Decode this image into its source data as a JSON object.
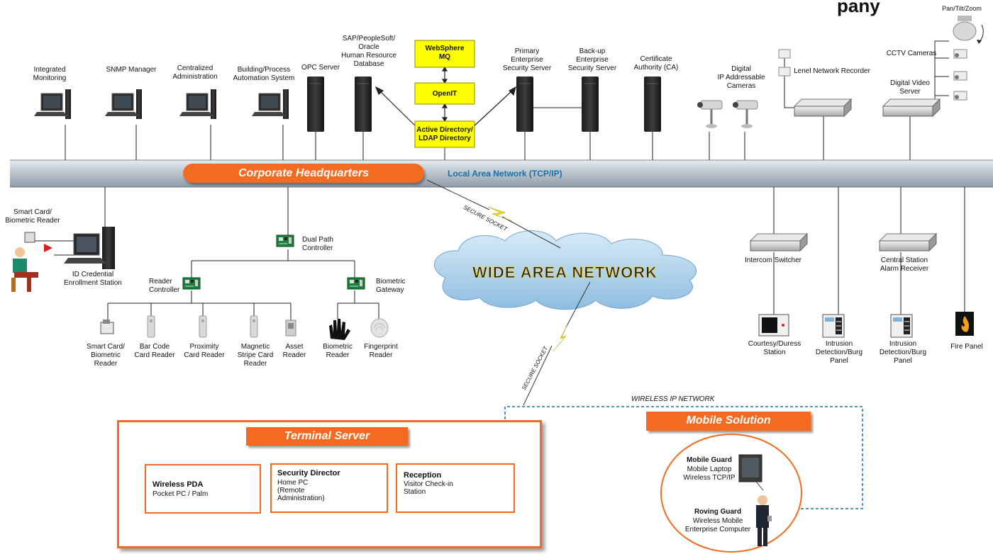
{
  "title_fragment": "pany",
  "hq_banner": "Corporate Headquarters",
  "lan_label": "Local Area Network (TCP/IP)",
  "wan_label": "WIDE AREA NETWORK",
  "secure_socket": "SECURE SOCKET",
  "wireless_network": "WIRELESS IP NETWORK",
  "top_nodes": {
    "integrated_monitoring": "Integrated\nMonitoring",
    "snmp_manager": "SNMP Manager",
    "centralized_admin": "Centralized\nAdministration",
    "building_automation": "Building/Process\nAutomation System",
    "opc_server": "OPC Server",
    "hr_database": "SAP/PeopleSoft/\nOracle\nHuman Resource\nDatabase",
    "websphere": "WebSphere\nMQ",
    "openit": "OpenIT",
    "active_directory": "Active Directory/\nLDAP Directory",
    "primary_server": "Primary\nEnterprise\nSecurity Server",
    "backup_server": "Back-up\nEnterprise\nSecurity Server",
    "certificate_authority": "Certificate\nAuthority (CA)",
    "ip_cameras": "Digital\nIP Addressable\nCameras",
    "network_recorder": "Lenel Network Recorder",
    "pan_tilt_zoom": "Pan/Tilt/Zoom",
    "cctv_cameras": "CCTV Cameras",
    "video_server": "Digital Video\nServer"
  },
  "left_nodes": {
    "smart_card_top": "Smart Card/\nBiometric Reader",
    "id_credential": "ID Credential\nEnrollment Station",
    "dual_path": "Dual Path\nController",
    "reader_controller": "Reader\nController",
    "biometric_gateway": "Biometric\nGateway",
    "smart_card_bottom": "Smart Card/\nBiometric\nReader",
    "bar_code": "Bar Code\nCard Reader",
    "proximity": "Proximity\nCard Reader",
    "magnetic": "Magnetic\nStripe Card\nReader",
    "asset": "Asset\nReader",
    "biometric_reader": "Biometric\nReader",
    "fingerprint": "Fingerprint\nReader"
  },
  "right_nodes": {
    "intercom": "Intercom Switcher",
    "central_station": "Central Station\nAlarm Receiver",
    "courtesy": "Courtesy/Duress\nStation",
    "intrusion_1": "Intrusion\nDetection/Burg\nPanel",
    "intrusion_2": "Intrusion\nDetection/Burg\nPanel",
    "fire_panel": "Fire Panel"
  },
  "terminal_server": {
    "banner": "Terminal Server",
    "pda_title": "Wireless PDA",
    "pda_sub": "Pocket PC / Palm",
    "director_title": "Security Director",
    "director_sub": "Home PC\n(Remote\nAdministration)",
    "reception_title": "Reception",
    "reception_sub": "Visitor Check-in\nStation"
  },
  "mobile": {
    "banner": "Mobile Solution",
    "guard_title": "Mobile Guard",
    "guard_sub": "Mobile Laptop\nWireless TCP/IP",
    "roving_title": "Roving Guard",
    "roving_sub": "Wireless Mobile\nEnterprise Computer"
  },
  "colors": {
    "accent": "#f26b21",
    "lan_blue": "#1a6fa7",
    "device_yellow": "#ffff00"
  }
}
